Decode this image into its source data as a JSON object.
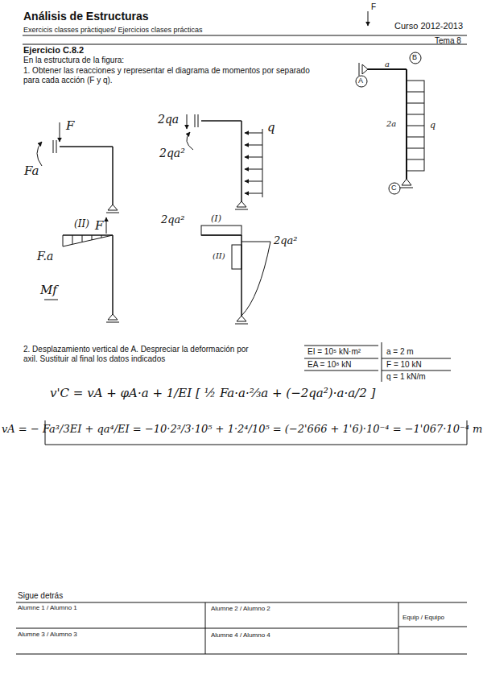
{
  "diagram": {
    "title": "Análisis de Estructuras",
    "labels": [
      "Curso 2012-2013",
      "Exercicis classes pràctiques/ Ejercicios clases prácticas",
      "Tema 8",
      "Ejercicio C.8.2",
      "En la estructura de la figura:",
      "1. Obtener las reacciones y representar el diagrama de momentos por separado para cada acción (F y q).",
      "F",
      "A",
      "a",
      "B",
      "2a",
      "q",
      "C",
      "F",
      "Fa",
      "F",
      "2qa",
      "2qa²",
      "q",
      "(II)",
      "F.a",
      "Mf",
      "2qa²",
      "(I)",
      "(II)",
      "2qa²",
      "2. Desplazamiento vertical de A. Despreciar la deformación por axil. Sustituir al final los datos indicados",
      "EI = 10⁵ kN·m²",
      "EA = 10⁸ kN",
      "a = 2 m",
      "F = 10 kN",
      "q = 1 kN/m",
      "v'C = vA + φA·a + 1/EI [ ½ Fa·a·⅔a + (−2qa²)·a·a/2 ]",
      "vA = − Fa³/3EI + qa⁴/EI = −10·2³/3·10⁵ + 1·2⁴/10⁵ = (−2'666 + 1'6)·10⁻⁴ = −1'067·10⁻⁴ m",
      "Sigue detrás",
      "Alumne 1 / Alumno 1",
      "Alumne 2 / Alumno 2",
      "Equip / Equipo",
      "Alumne 3 / Alumno 3",
      "Alumne 4 / Alumno 4"
    ]
  }
}
